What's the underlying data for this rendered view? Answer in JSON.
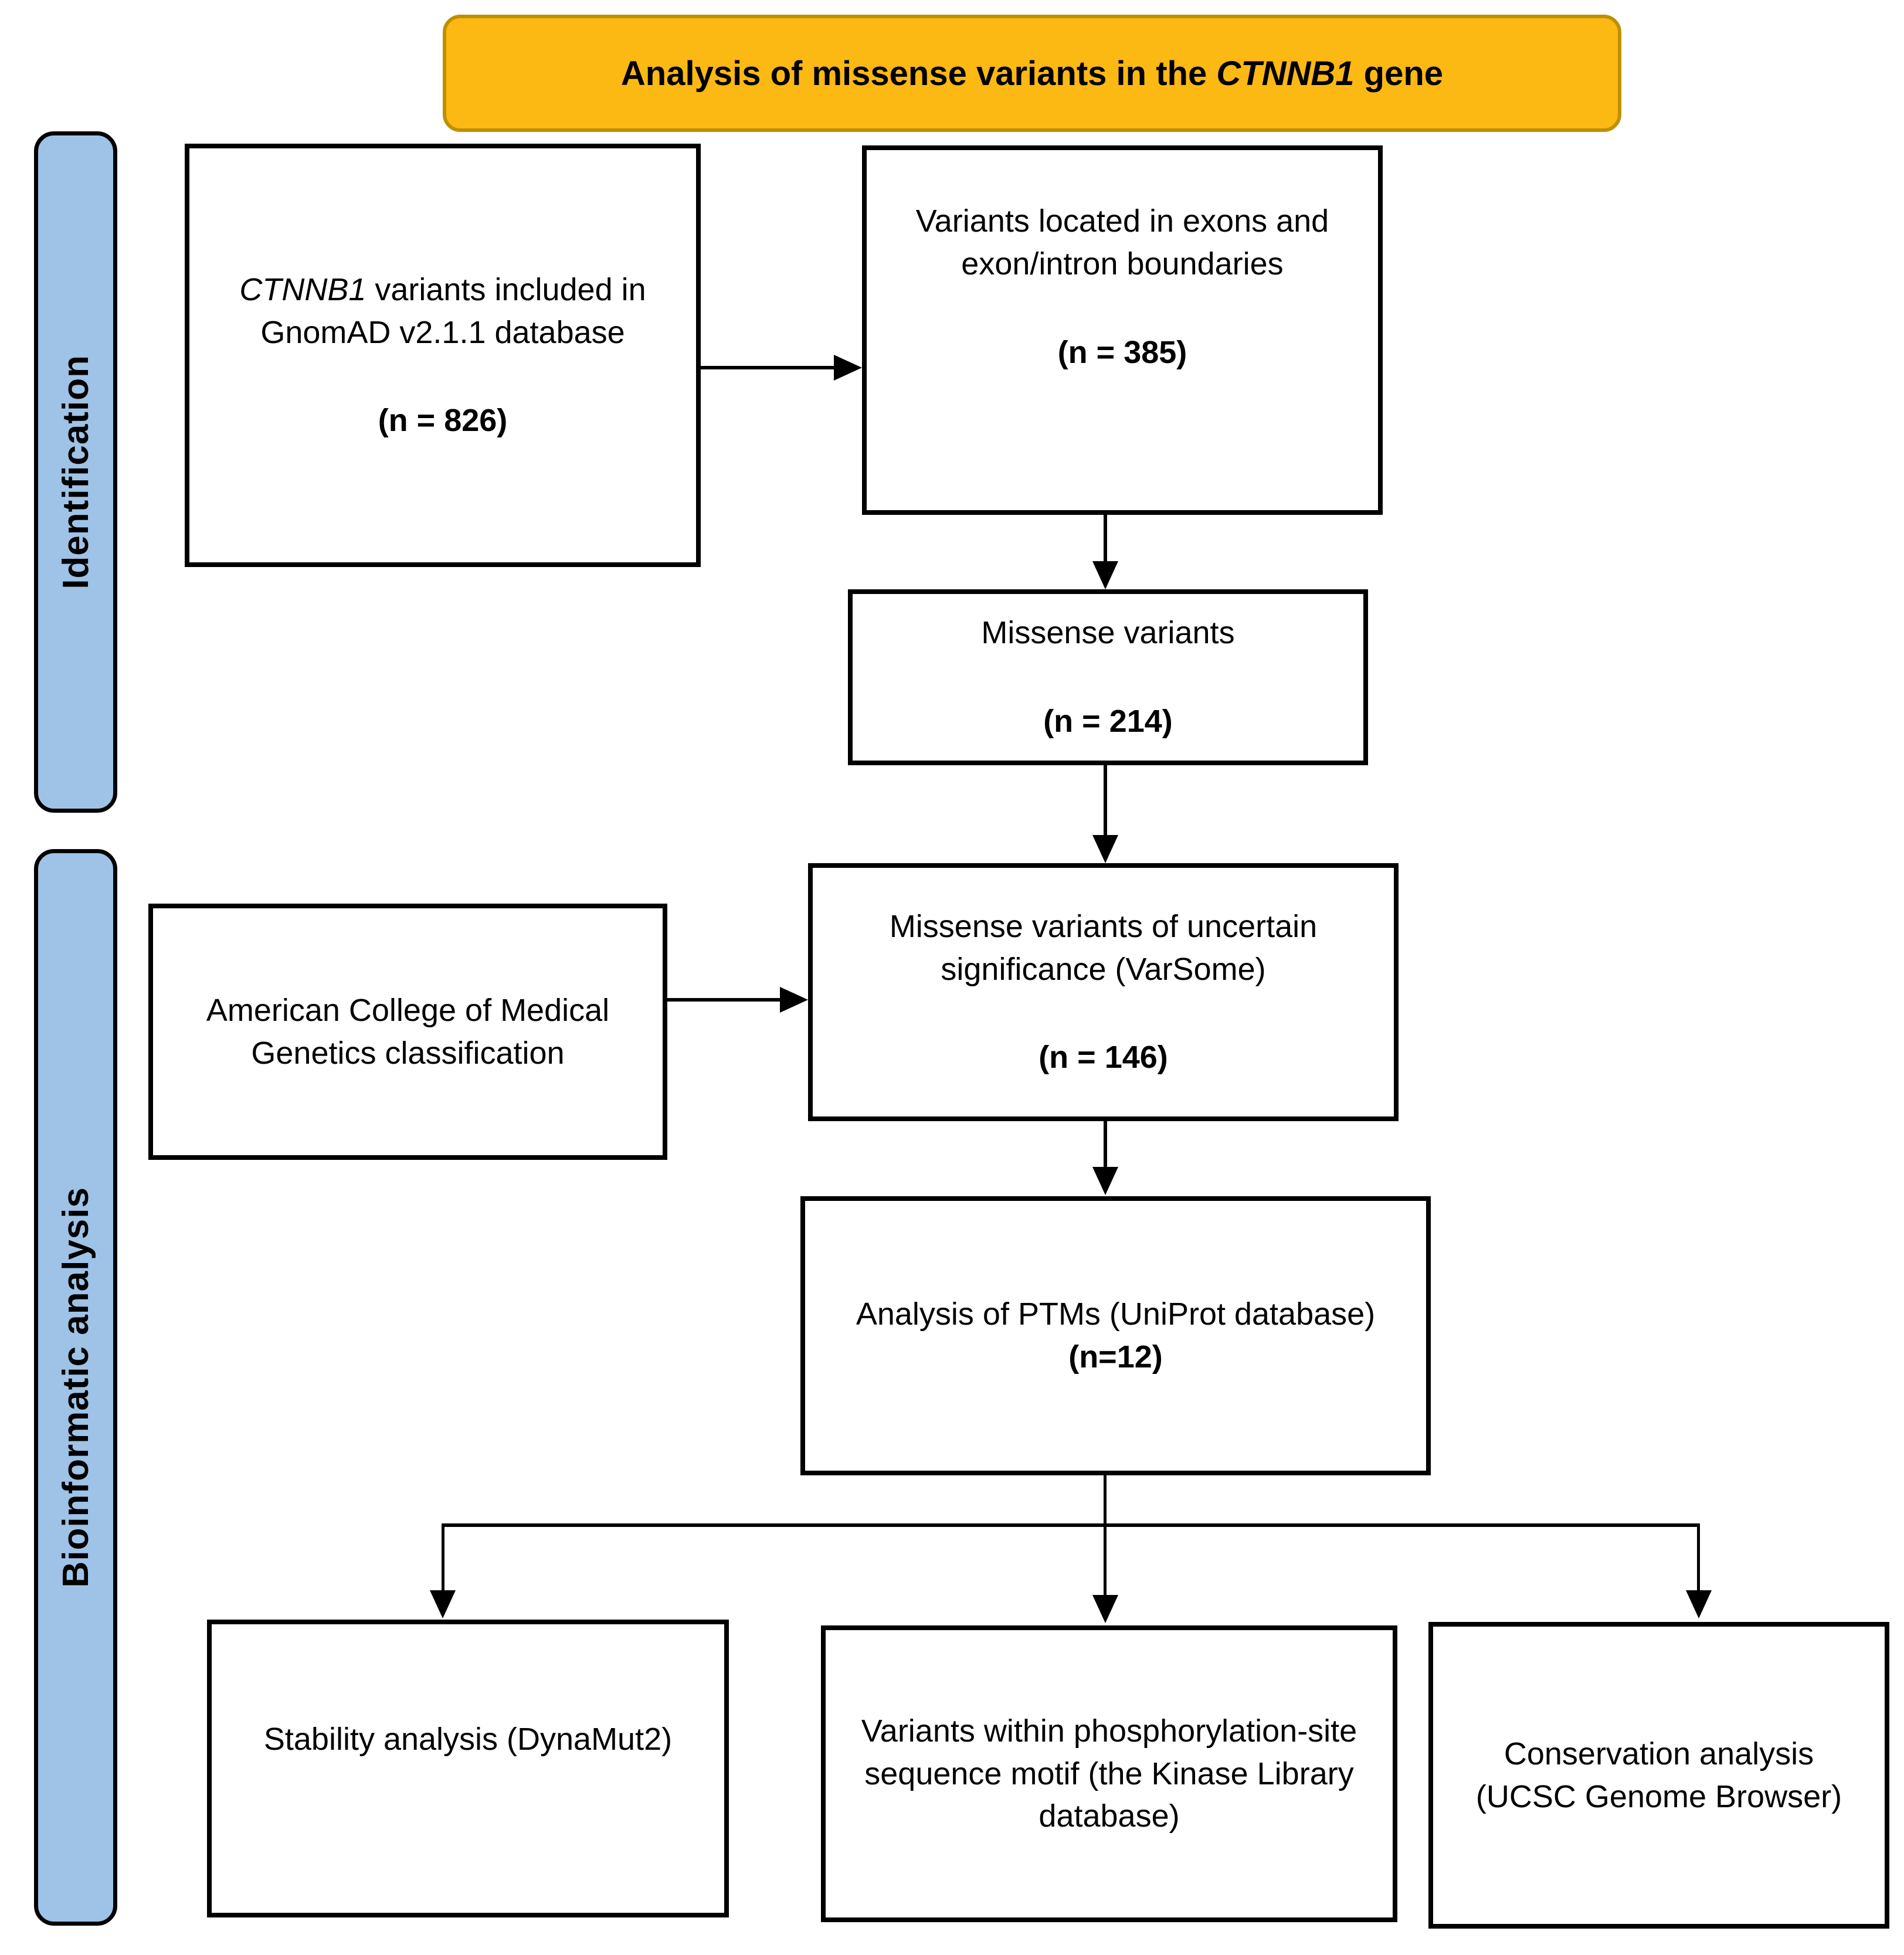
{
  "banner": {
    "text_before": "Analysis of missense variants in the ",
    "gene": "CTNNB1",
    "text_after": " gene"
  },
  "sidebars": {
    "identification": "Identification",
    "bioinformatic": "Bioinformatic analysis"
  },
  "boxes": {
    "gnomad": {
      "gene": "CTNNB1",
      "line1_rest": " variants included in",
      "line2": "GnomAD v2.1.1 database",
      "count": "(n = 826)"
    },
    "exons": {
      "line1": "Variants located in exons and",
      "line2": "exon/intron boundaries",
      "count": "(n = 385)"
    },
    "missense": {
      "line1": "Missense variants",
      "count": "(n = 214)"
    },
    "vus": {
      "line1": "Missense variants of uncertain",
      "line2": "significance (VarSome)",
      "count": "(n = 146)"
    },
    "acmg": {
      "line1": "American College of Medical",
      "line2": "Genetics classification"
    },
    "ptm": {
      "line1": "Analysis of PTMs (UniProt database)",
      "count": "(n=12)"
    },
    "stability": {
      "line1": "Stability analysis (DynaMut2)"
    },
    "kinase": {
      "lines": [
        "Variants within phosphorylation-site",
        "sequence motif (the Kinase Library",
        "database)"
      ]
    },
    "conservation": {
      "line1": "Conservation analysis",
      "line2": "(UCSC Genome Browser)"
    }
  },
  "colors": {
    "background": "#FFFFFF",
    "banner_fill": "#FCB813",
    "banner_border": "#BD9000",
    "sidebar_fill": "#9EC3E7",
    "box_border": "#000000",
    "connector": "#000000"
  }
}
